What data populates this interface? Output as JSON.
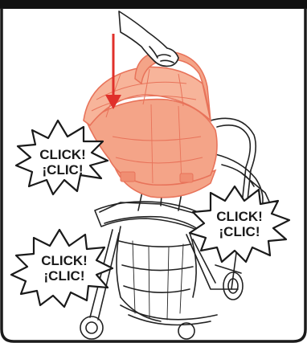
{
  "illustration": {
    "subject": "Car seat being clicked onto stroller",
    "colors": {
      "car_seat_fill": "#f4a488",
      "car_seat_stroke": "#e8735a",
      "arrow": "#e0302a",
      "line_art": "#222222",
      "header_bar": "#111111",
      "frame": "#1a1a1a"
    },
    "icons": {
      "arrow": "down-arrow-icon",
      "hand": "hand-icon"
    }
  },
  "callouts": [
    {
      "line1": "CLICK!",
      "line2": "¡CLIC!"
    },
    {
      "line1": "CLICK!",
      "line2": "¡CLIC!"
    },
    {
      "line1": "CLICK!",
      "line2": "¡CLIC!"
    }
  ]
}
